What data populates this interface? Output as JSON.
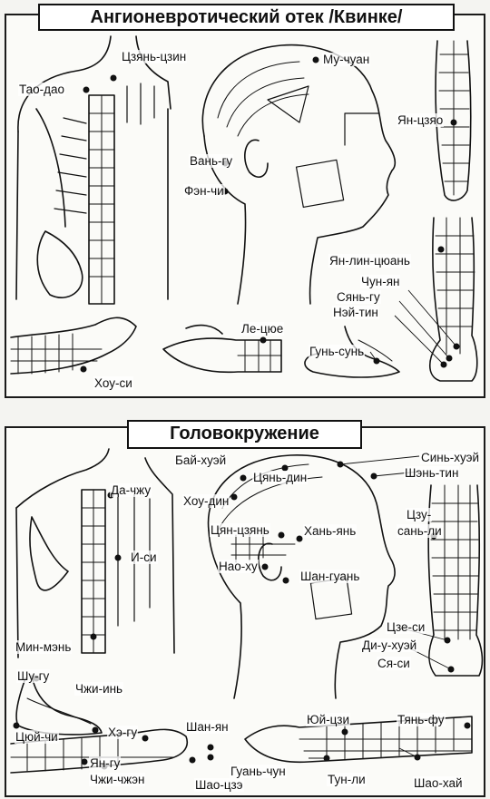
{
  "sections": {
    "top": {
      "title": "Ангионевротический отек /Квинке/",
      "labels": {
        "tsyan_tszin": "Цзянь-цзин",
        "tao_dao": "Тао-дао",
        "mu_chuan": "Му-чуан",
        "yan_tszyao": "Ян-цзяо",
        "van_gu": "Вань-гу",
        "fen_chi": "Фэн-чи",
        "yan_lin_tsyuan": "Ян-лин-цюань",
        "chun_yan": "Чун-ян",
        "syan_gu": "Сянь-гу",
        "ney_tin": "Нэй-тин",
        "le_tsyue": "Ле-цюе",
        "gun_sun": "Гунь-сунь",
        "khou_si": "Хоу-си"
      }
    },
    "bottom": {
      "title": "Головокружение",
      "labels": {
        "bay_khuey": "Бай-хуэй",
        "sin_khuey": "Синь-хуэй",
        "tsyan_din": "Цянь-дин",
        "shen_tin": "Шэнь-тин",
        "da_chzhu": "Да-чжу",
        "khou_din": "Хоу-дин",
        "tszu_san_li_1": "Цзу-",
        "tszu_san_li_2": "сань-ли",
        "tsyan_tszyan": "Цян-цзянь",
        "khan_yan": "Хань-янь",
        "i_si": "И-си",
        "nao_khu": "Нао-ху",
        "shan_guan": "Шан-гуань",
        "min_men": "Мин-мэнь",
        "tsze_si": "Цзе-си",
        "di_u_khuey": "Ди-у-хуэй",
        "sya_si": "Ся-си",
        "shu_gu": "Шу-гу",
        "chzhi_in": "Чжи-инь",
        "tsyuy_chi": "Цюй-чи",
        "khe_gu": "Хэ-гу",
        "shan_yan": "Шан-ян",
        "yuy_tszi": "Юй-цзи",
        "tyan_fu": "Тянь-фу",
        "yan_gu": "Ян-гу",
        "chzhi_chzhen": "Чжи-чжэн",
        "guan_chun": "Гуань-чун",
        "shao_tsze": "Шао-цзэ",
        "tun_li": "Тун-ли",
        "shao_khay": "Шао-хай"
      }
    }
  },
  "colors": {
    "ink": "#111111",
    "paper": "#fbfbf8"
  }
}
